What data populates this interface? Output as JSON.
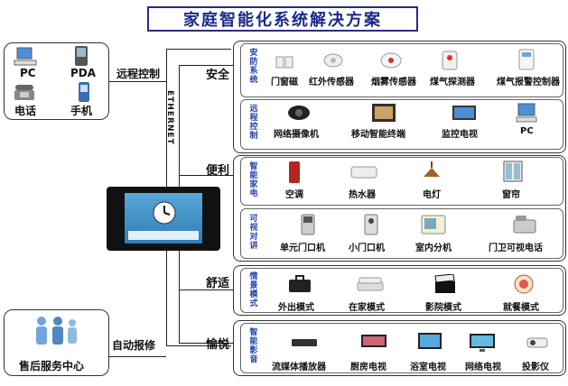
{
  "title": "家庭智能化系统解决方案",
  "remote": {
    "label": "远程控制",
    "devices": [
      {
        "label": "PC",
        "icon": "pc-icon"
      },
      {
        "label": "PDA",
        "icon": "pda-icon"
      },
      {
        "label": "电话",
        "icon": "telephone-icon"
      },
      {
        "label": "手机",
        "icon": "mobile-phone-icon"
      }
    ]
  },
  "ethernet": "ETHERNET",
  "after_sales": {
    "label": "售后服务中心",
    "link_label": "自动报修"
  },
  "categories": {
    "safety": "安全",
    "convenience": "便利",
    "comfort": "舒适",
    "pleasure": "愉悦"
  },
  "rows": {
    "security": {
      "title": "安防系统",
      "items": [
        "门窗磁",
        "红外传感器",
        "烟雾传感器",
        "煤气探测器",
        "煤气报警控制器"
      ]
    },
    "remote_ctrl": {
      "title": "远程控制",
      "items": [
        "网络摄像机",
        "移动智能终端",
        "监控电视",
        "PC"
      ]
    },
    "appliance": {
      "title": "智能家电",
      "items": [
        "空调",
        "热水器",
        "电灯",
        "窗帘"
      ]
    },
    "intercom": {
      "title": "可视对讲",
      "items": [
        "单元门口机",
        "小门口机",
        "室内分机",
        "门卫可视电话"
      ]
    },
    "scene": {
      "title": "情景模式",
      "items": [
        "外出模式",
        "在家模式",
        "影院模式",
        "就餐模式"
      ]
    },
    "av": {
      "title": "智能影音",
      "items": [
        "流媒体播放器",
        "厨房电视",
        "浴室电视",
        "网络电视",
        "投影仪"
      ]
    }
  },
  "colors": {
    "title": "#1a2a8c",
    "vertical_label": "#1f3fb0",
    "lines": "#222222"
  }
}
